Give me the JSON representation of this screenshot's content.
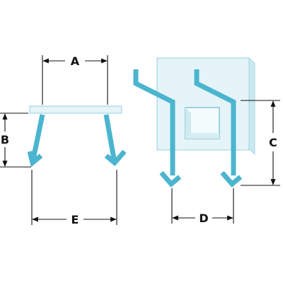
{
  "labels": {
    "a": "A",
    "b": "B",
    "c": "C",
    "d": "D",
    "e": "E"
  },
  "colors": {
    "clip": "#4bb5cf",
    "panel_fill": "#e4f4f8",
    "panel_edge": "#a8d7e4",
    "panel_side": "#c9e8f0",
    "hole": "#f4fbfd",
    "line": "#111111"
  }
}
